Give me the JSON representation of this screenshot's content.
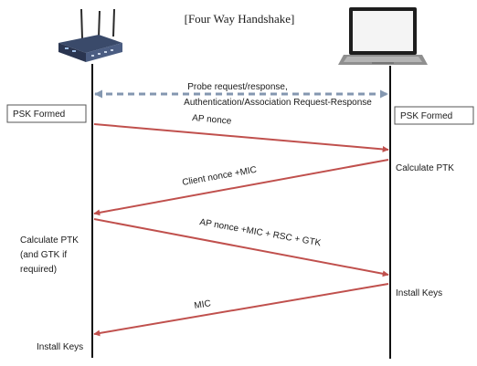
{
  "title": "[Four Way Handshake]",
  "probe_label": {
    "line1": "Probe request/response,",
    "line2": "Authentication/Association Request-Response"
  },
  "left": {
    "psk_box": "PSK Formed",
    "calc_ptk": [
      "Calculate PTK",
      "(and GTK if",
      "required)"
    ],
    "install_keys": "Install Keys"
  },
  "right": {
    "psk_box": "PSK Formed",
    "calc_ptk": "Calculate PTK",
    "install_keys": "Install Keys"
  },
  "messages": [
    "AP nonce",
    "Client nonce +MIC",
    "AP nonce +MIC + RSC + GTK",
    "MIC"
  ],
  "colors": {
    "arrow": "#c0504d",
    "probe_arrow": "#8497b0",
    "lifeline": "#111111"
  },
  "icons": {
    "left": "router-icon",
    "right": "laptop-icon"
  }
}
